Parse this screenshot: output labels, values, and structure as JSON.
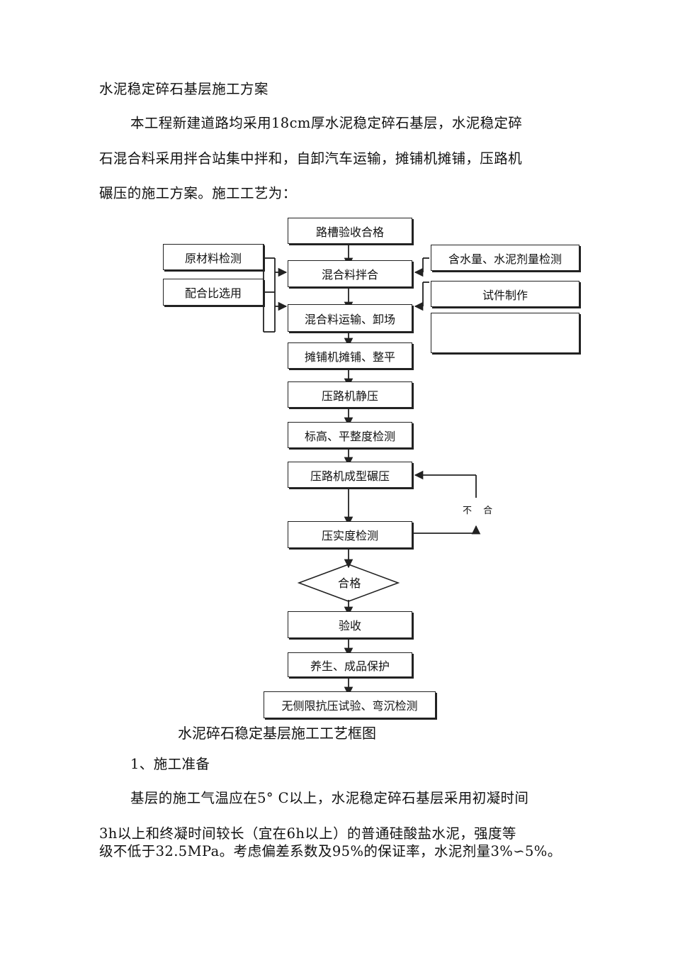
{
  "doc": {
    "title": "水泥稳定碎石基层施工方案",
    "para1": [
      "本工程新建道路均采用18cm厚水泥稳定碎石基层，水泥稳定碎",
      "石混合料采用拌合站集中拌和，自卸汽车运输，摊铺机摊铺，压路机",
      "碾压的施工方案。施工工艺为："
    ],
    "section1": "1、施工准备",
    "para2": [
      "基层的施工气温应在5° C以上，水泥稳定碎石基层采用初凝时间",
      "3h以上和终凝时间较长（宜在6h以上）的普通硅酸盐水泥，强度等",
      "级不低于32.5MPa。考虑偏差系数及95%的保证率，水泥剂量3%∽5%。"
    ]
  },
  "flow": {
    "main": [
      "路槽验收合格",
      "混合料拌合",
      "混合料运输、卸场",
      "摊铺机摊铺、整平",
      "压路机静压",
      "标高、平整度检测",
      "压路机成型碾压",
      "压实度检测"
    ],
    "decision": "合格",
    "after": [
      "验收",
      "养生、成品保护",
      "无侧限抗压试验、弯沉检测"
    ],
    "left": [
      "原材料检测",
      "配合比选用"
    ],
    "right": [
      "含水量、水泥剂量检测",
      "试件制作",
      ""
    ],
    "fail_label": "不 合",
    "caption": "水泥碎石稳定基层施工工艺框图"
  }
}
